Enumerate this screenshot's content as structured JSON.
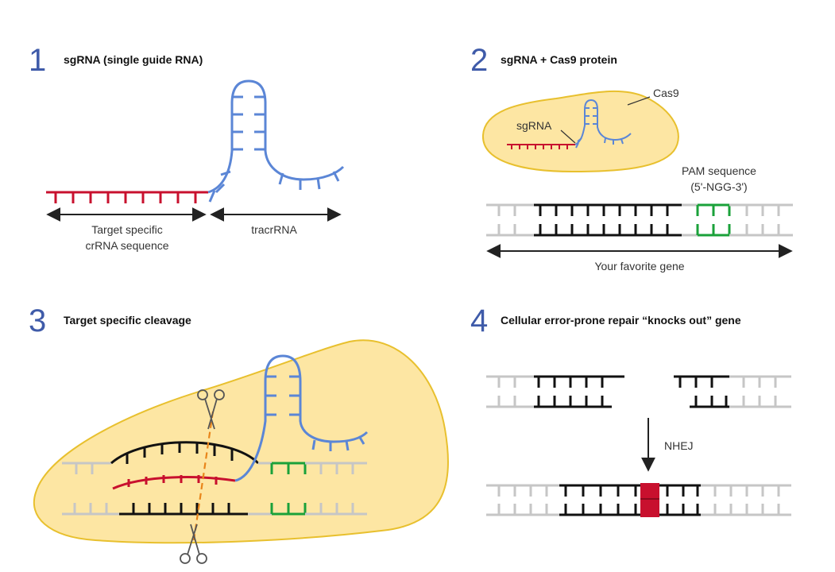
{
  "panels": [
    {
      "number": "1",
      "title": "sgRNA (single guide RNA)"
    },
    {
      "number": "2",
      "title": "sgRNA + Cas9 protein"
    },
    {
      "number": "3",
      "title": "Target specific cleavage"
    },
    {
      "number": "4",
      "title": "Cellular error-prone repair “knocks out” gene"
    }
  ],
  "labels": {
    "crrna_line1": "Target specific",
    "crrna_line2": "crRNA sequence",
    "tracrrna": "tracrRNA",
    "cas9": "Cas9",
    "sgrna": "sgRNA",
    "pam_line1": "PAM sequence",
    "pam_line2": "(5'-NGG-3')",
    "gene": "Your favorite gene",
    "nhej": "NHEJ"
  },
  "colors": {
    "crrna": "#c8102e",
    "tracrrna": "#5b86d6",
    "target_dna": "#111111",
    "flanking_dna": "#c6c6c6",
    "pam": "#1aa13a",
    "cas9_fill": "#fde6a3",
    "cas9_stroke": "#e8c02e",
    "number": "#3f5ba9",
    "cut_line": "#e8851a"
  },
  "icons": [
    "scissors-icon"
  ]
}
